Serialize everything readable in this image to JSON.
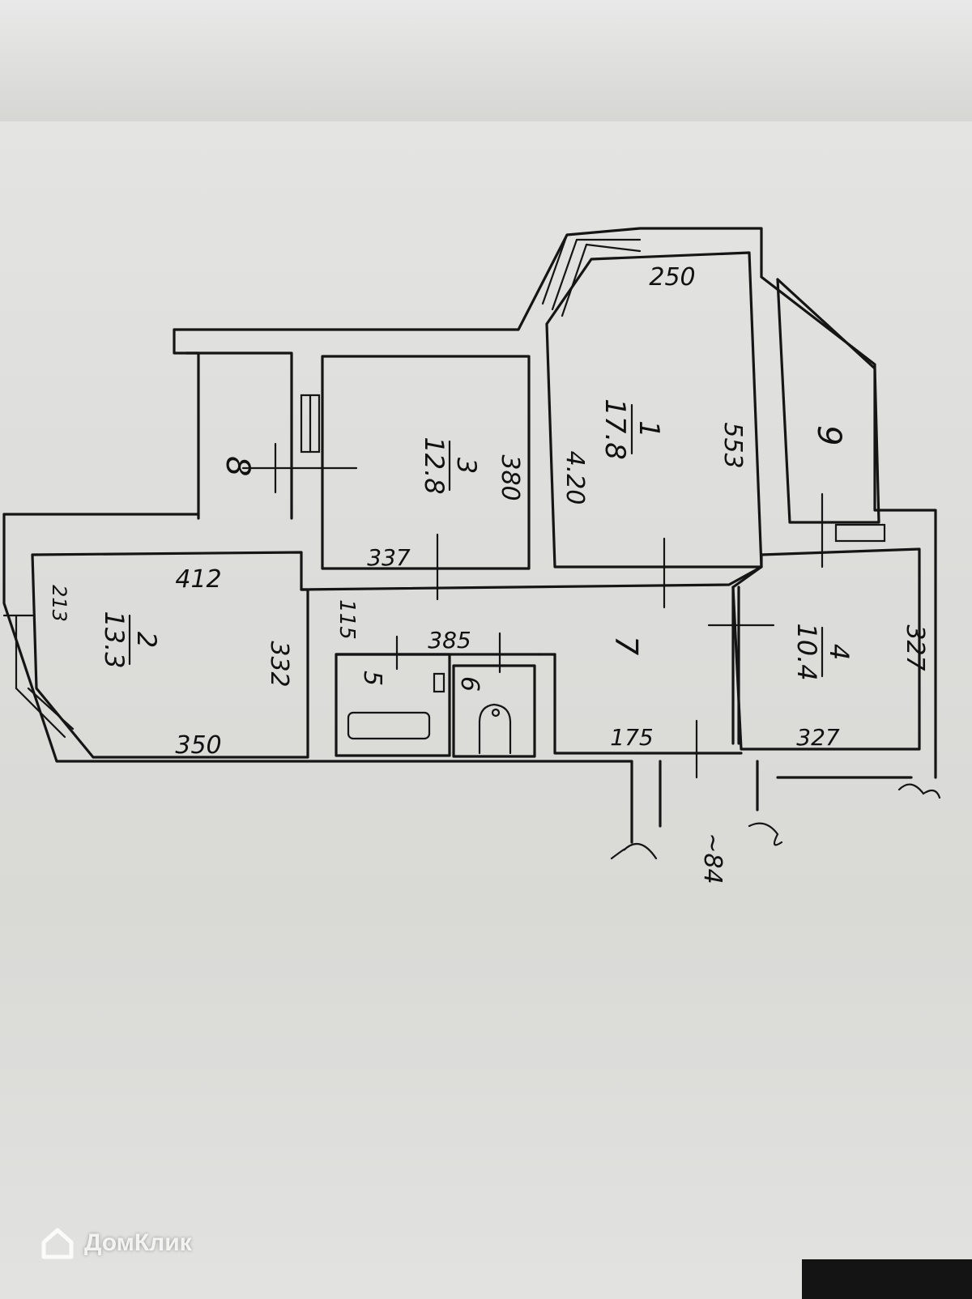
{
  "watermark": {
    "brand": "ДомКлик",
    "logo": "house-logo-icon"
  },
  "plan": {
    "rooms": [
      {
        "id": "room-1",
        "number": "1",
        "area": "17.8"
      },
      {
        "id": "room-2",
        "number": "2",
        "area": "13.3"
      },
      {
        "id": "room-3",
        "number": "3",
        "area": "12.8"
      },
      {
        "id": "room-4",
        "number": "4",
        "area": "10.4"
      },
      {
        "id": "room-5",
        "number": "5"
      },
      {
        "id": "room-6",
        "number": "6"
      },
      {
        "id": "room-7",
        "number": "7"
      },
      {
        "id": "room-8",
        "number": "8"
      },
      {
        "id": "room-9",
        "number": "9"
      }
    ],
    "dimensions": {
      "d250": "250",
      "d553": "553",
      "d420": "4.20",
      "d380": "380",
      "d337": "337",
      "d412": "412",
      "d213": "213",
      "d332": "332",
      "d350": "350",
      "d115": "115",
      "d385": "385",
      "d175": "175",
      "d327a": "327",
      "d327b": "327",
      "d84": "~84"
    }
  }
}
